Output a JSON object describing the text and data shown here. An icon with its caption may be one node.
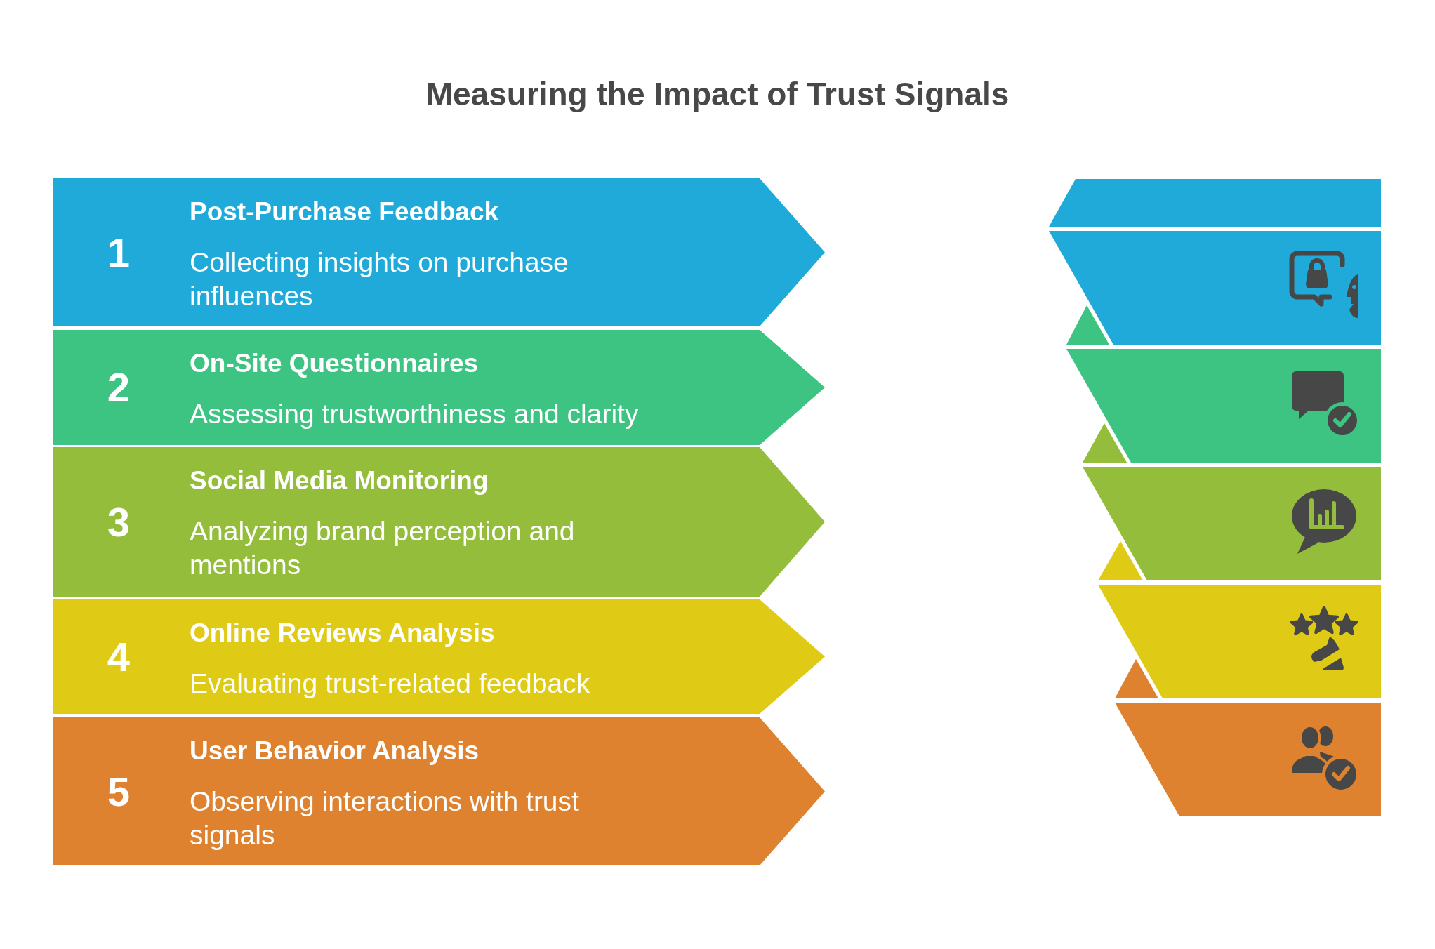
{
  "diagram": {
    "title": "Measuring the Impact of Trust Signals",
    "nodes": [
      {
        "text": [
          "1",
          "Post-Purchase Feedback",
          "Collecting insights on purchase influences"
        ]
      },
      {
        "text": [
          "2",
          "On-Site Questionnaires",
          "Assessing trustworthiness and clarity"
        ]
      },
      {
        "text": [
          "3",
          "Social Media Monitoring",
          "Analyzing brand perception and mentions"
        ]
      },
      {
        "text": [
          "4",
          "Online Reviews Analysis",
          "Evaluating trust-related feedback"
        ]
      },
      {
        "text": [
          "5",
          "User Behavior Analysis",
          "Observing interactions with trust signals"
        ]
      },
      {
        "text": [],
        "shape": "band"
      },
      {
        "text": [],
        "shape": "band"
      },
      {
        "text": [],
        "shape": "band"
      },
      {
        "text": [],
        "shape": "band"
      },
      {
        "text": [],
        "shape": "band"
      }
    ]
  }
}
